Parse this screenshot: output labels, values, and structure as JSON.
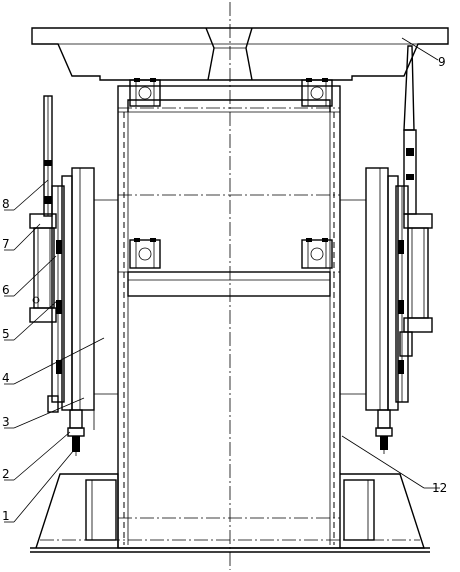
{
  "labels": {
    "l1": "1",
    "l2": "2",
    "l3": "3",
    "l4": "4",
    "l5": "5",
    "l6": "6",
    "l7": "7",
    "l8": "8",
    "l9": "9",
    "l12": "12"
  }
}
